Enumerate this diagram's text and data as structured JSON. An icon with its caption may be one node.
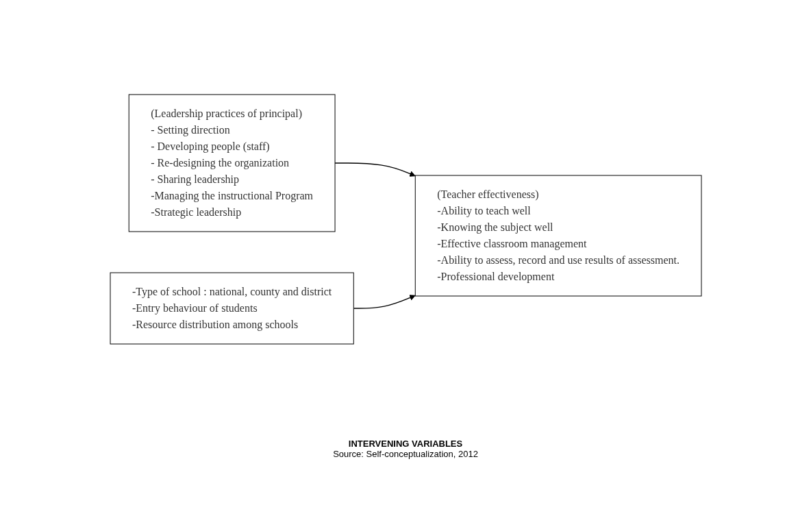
{
  "diagram": {
    "caption": "Source: Self-conceptualization, 2012",
    "nodes": [
      {
        "text": [
          "(Leadership practices of principal)",
          "- Setting direction",
          "- Developing people (staff)",
          "- Re-designing the organization",
          "- Sharing leadership",
          "-Managing the instructional Program",
          "-Strategic leadership"
        ]
      },
      {
        "text": [
          "(Teacher effectiveness)",
          "-Ability to teach well",
          "-Knowing the subject well",
          "-Effective classroom management",
          "-Ability to assess, record and use results of assessment.",
          "-Professional development"
        ]
      },
      {
        "text": [
          "-Type of school : national, county and district",
          "-Entry behaviour of students",
          "-Resource distribution among schools"
        ]
      }
    ],
    "edges": [
      {
        "from": 0,
        "to": 1,
        "arrow": "to"
      },
      {
        "from": 2,
        "to": 1,
        "arrow": "to"
      }
    ],
    "labels": [
      "INTERVENING VARIABLES"
    ]
  }
}
